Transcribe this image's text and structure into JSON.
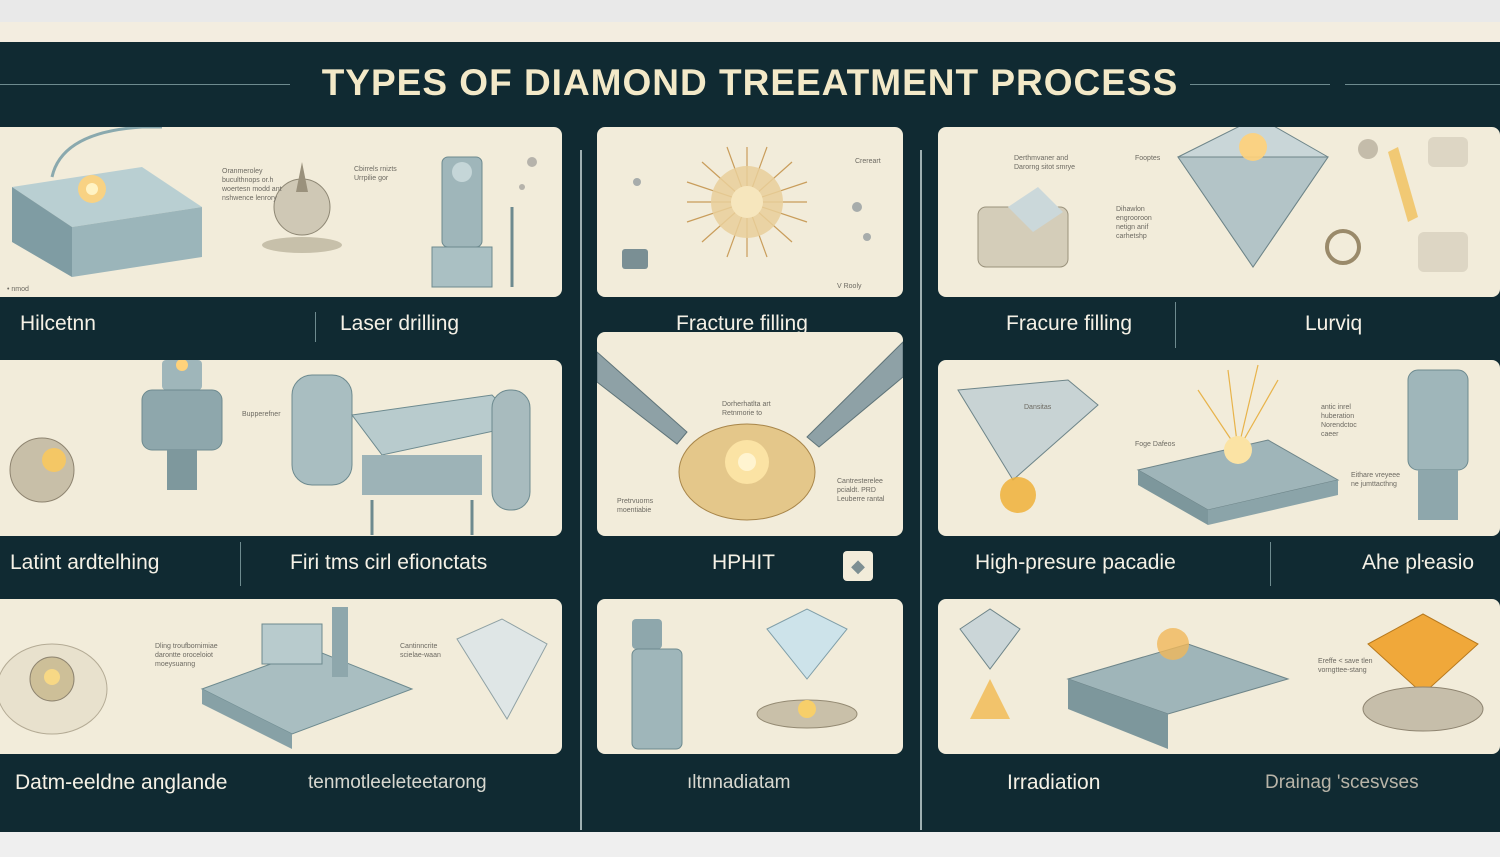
{
  "title": "TYPES OF DIAMOND  TREEATMENT PROCESS",
  "labels": {
    "r1_left_a": "Hilcetnn",
    "r1_left_b": "Laser drilling",
    "r1_mid": "Fracture filling",
    "r1_right_a": "Fracure filling",
    "r1_right_b": "Lurviq",
    "r2_left_a": "Latint ardtelhing",
    "r2_left_b": "Firi tms cirl efionctats",
    "r2_mid": "HPHIT",
    "r2_right_a": "High-presure pacadie",
    "r2_right_b": "Ahe pŀeasio",
    "r3_left_a": "Datm-eeldne anglande",
    "r3_left_b": "tenmotleeleteetarong",
    "r3_mid": "ıltnnadiatam",
    "r3_right_a": "Irradiation",
    "r3_right_b": "Drainag 'scesvses"
  },
  "notes": {
    "p1_a": "Oranmeroley\nbuculthnops or.h\nwoertesn modd ant\nnshwence lenrory",
    "p1_b": "Cbirrels rnizts\nUrrpilie gor",
    "p1_c": "• nmod",
    "p2_a": "Crereart",
    "p2_b": "V Rooly",
    "p3_a": "Derthmvaner and\nDarorng sitot smrye",
    "p3_b": "Fooptes",
    "p3_c": "Dihawlon\nengrooroon\nnetign anif\ncarhetshp",
    "p4_a": "Bupperefner",
    "p5_a": "Dorherhatlta art\nRetnmorie to",
    "p5_b": "Pretrvuorns\nmoentiabie",
    "p5_c": "Cantresterelee\npcialdt. PRD\nLeuberre rantal",
    "p6_a": "Dansitas",
    "p6_b": "Foge Dafeos",
    "p6_c": "antic inrel\nhuberation\nNorendctoc\ncaeer",
    "p6_d": "Eithare vreyeee\nne jumttacthng",
    "p7_a": "Dling troufbornimiae\ndarontte oroceloiot\nmoeysuanng",
    "p7_b": "Cantinncrite\nscielae-waan",
    "p9_a": "Ereffe < save tlen\nvorngttee-stang"
  },
  "colors": {
    "background": "#102a32",
    "panel": "#f2ecda",
    "title": "#f3e9c8",
    "label": "#f5f1e6",
    "accent_gold": "#f0b23a",
    "steel": "#8fa8ad"
  }
}
